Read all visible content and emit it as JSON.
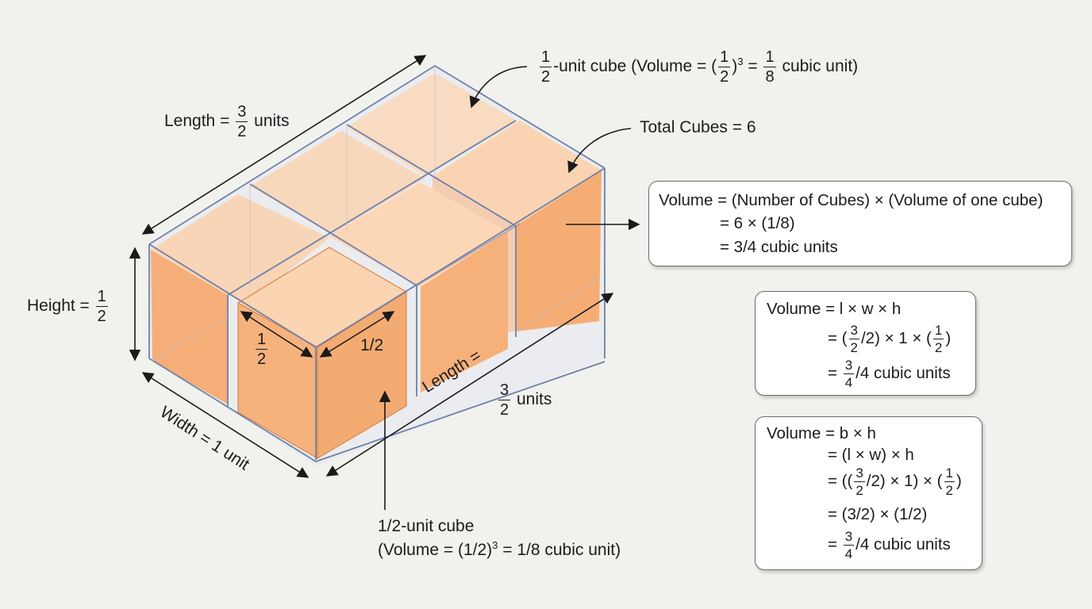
{
  "diagram": {
    "title": "Rectangular prism made of 1/2-unit cubes",
    "colors": {
      "background": "#f1f1ee",
      "cube_top": "#f9d3b0",
      "cube_front": "#f6b27c",
      "cube_side": "#f3a56a",
      "cube_edge": "#d9864a",
      "container_edge": "#6f80a8",
      "container_fill": "#dfe6f2",
      "arrow": "#1a1a1a"
    },
    "prism": {
      "length": "3/2",
      "width": "1",
      "height": "1/2",
      "cubes_along_length": 3,
      "cubes_along_width": 2,
      "cubes_along_height": 1
    }
  },
  "labels": {
    "length_top": {
      "prefix": "Length =",
      "num": "3",
      "den": "2",
      "suffix": "units"
    },
    "length_bottom": {
      "prefix": "Length =",
      "num": "3",
      "den": "2",
      "suffix": "units"
    },
    "height": {
      "prefix": "Height =",
      "num": "1",
      "den": "2"
    },
    "width": {
      "text": "Width = 1 unit"
    },
    "cube_edge_left": {
      "num": "1",
      "den": "2"
    },
    "cube_edge_right": {
      "text": "1/2"
    },
    "top_cube_callout": {
      "num": "1",
      "den": "2",
      "middle": "-unit cube (Volume = (",
      "paren_num": "1",
      "paren_den": "2",
      "exp": "3",
      "equals": "=",
      "result_num": "1",
      "result_den": "8",
      "suffix": "cubic unit)"
    },
    "total_cubes": {
      "text": "Total Cubes = 6"
    },
    "bottom_cube_callout": {
      "line1": "1/2-unit cube",
      "line2_prefix": "(Volume = (1/2)",
      "line2_exp": "3",
      "line2_suffix": " = 1/8 cubic unit)"
    }
  },
  "formula_boxes": [
    {
      "id": "count-method",
      "lines": [
        "Volume = (Number of Cubes) × (Volume of one cube)",
        "= 6 × (1/8)",
        "= 3/4 cubic units"
      ]
    },
    {
      "id": "lwh-method",
      "line1": "Volume = l × w × h",
      "line2": {
        "eq": "= (",
        "num": "3",
        "den": "2",
        "mid": "/2) × 1 × (",
        "num2": "1",
        "den2": "2",
        "end": ")"
      },
      "line3": {
        "eq": "=",
        "num": "3",
        "den": "4",
        "end": "/4 cubic units"
      }
    },
    {
      "id": "bh-method",
      "line1": "Volume = b × h",
      "line2": "= (l × w) × h",
      "line3": {
        "eq": "= ((",
        "num": "3",
        "den": "2",
        "mid": "/2) × 1) × (",
        "num2": "1",
        "den2": "2",
        "end": ")"
      },
      "line4": "= (3/2) × (1/2)",
      "line5": {
        "eq": "=",
        "num": "3",
        "den": "4",
        "end": "/4 cubic units"
      }
    }
  ]
}
